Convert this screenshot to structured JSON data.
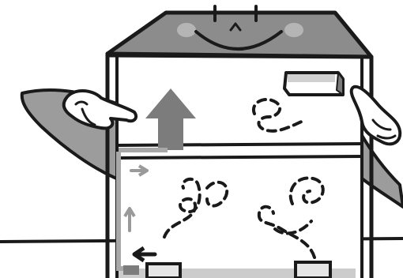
{
  "illustration": {
    "subject": "smiling-house-character",
    "palette": {
      "outline": "#1a1a1a",
      "roof": "#8c8c8c",
      "cheek": "#b5b5b5",
      "arm": "#9c9c9c",
      "glove": "#ffffff",
      "warm_arrow": "#7c7c7c",
      "cool_arrow": "#9a9a9a",
      "floor_highlight": "#a3a3a3",
      "background": "#ffffff"
    },
    "icons": [
      "roof-face",
      "left-arm-pointing",
      "right-arm-pointing",
      "air-conditioner-unit",
      "rising-warm-air-arrow",
      "air-current-swirl",
      "circulation-arrows",
      "floor-vents"
    ]
  }
}
